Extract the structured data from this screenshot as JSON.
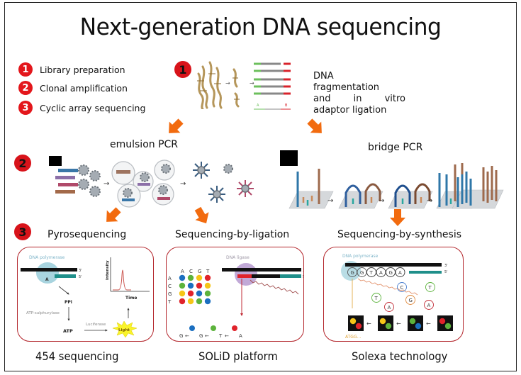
{
  "title": "Next-generation DNA sequencing",
  "legend": [
    {
      "number": "1",
      "label": "Library preparation"
    },
    {
      "number": "2",
      "label": "Clonal amplification"
    },
    {
      "number": "3",
      "label": "Cyclic array sequencing"
    }
  ],
  "step1": {
    "number": "1",
    "description_lines": [
      "DNA",
      "fragmentation",
      [
        "and",
        "in",
        "vitro"
      ],
      "adaptor ligation"
    ],
    "adaptor_labels": [
      "A",
      "B"
    ]
  },
  "step2": {
    "number": "2",
    "methods": [
      "emulsion PCR",
      "bridge PCR"
    ]
  },
  "step3": {
    "number": "3",
    "methods": [
      {
        "name": "Pyrosequencing",
        "platform": "454 sequencing",
        "panel": {
          "enzyme": "DNA polymerase",
          "base": "A",
          "strand_ends": [
            "3'",
            "5'"
          ],
          "ppi": "PPi",
          "sulfurylase": "ATP-sulphurylase",
          "atp": "ATP",
          "luciferase": "Luciferase",
          "light": "Light",
          "y_axis": "Intensity",
          "x_axis": "Time"
        }
      },
      {
        "name": "Sequencing-by-ligation",
        "platform": "SOLiD platform",
        "panel": {
          "enzyme": "DNA ligase",
          "strand_ends": [
            "3'",
            "5'"
          ],
          "matrix_headers": [
            "A",
            "C",
            "G",
            "T"
          ],
          "matrix_colors": [
            [
              "#1b6fc0",
              "#5cb33c",
              "#f5c518",
              "#e0232b"
            ],
            [
              "#5cb33c",
              "#1b6fc0",
              "#e0232b",
              "#f5c518"
            ],
            [
              "#f5c518",
              "#e0232b",
              "#1b6fc0",
              "#5cb33c"
            ],
            [
              "#e0232b",
              "#f5c518",
              "#5cb33c",
              "#1b6fc0"
            ]
          ],
          "decoded": [
            "G",
            "G",
            "T",
            "A"
          ],
          "decoded_colors": [
            "#1b6fc0",
            "#5cb33c",
            "#e0232b"
          ]
        }
      },
      {
        "name": "Sequencing-by-synthesis",
        "platform": "Solexa technology",
        "panel": {
          "enzyme": "DNA polymerase",
          "strand_ends": [
            "3'",
            "5'"
          ],
          "incorporated": [
            "G",
            "G",
            "T",
            "A",
            "G",
            "A"
          ],
          "free_nucleotides": [
            "C",
            "T",
            "T",
            "G",
            "A",
            "A"
          ],
          "read": "ATGG...",
          "cluster_images": [
            [
              "#f5c518",
              "#e0232b"
            ],
            [
              "#f5c518",
              "#5cb33c"
            ],
            [
              "#5cb33c",
              "#1b6fc0"
            ],
            [
              "#e0232b",
              "#5cb33c"
            ]
          ]
        }
      }
    ]
  },
  "colors": {
    "badge_red": "#e3161b",
    "arrow_orange": "#f26b0f",
    "panel_border": "#b3252b"
  }
}
